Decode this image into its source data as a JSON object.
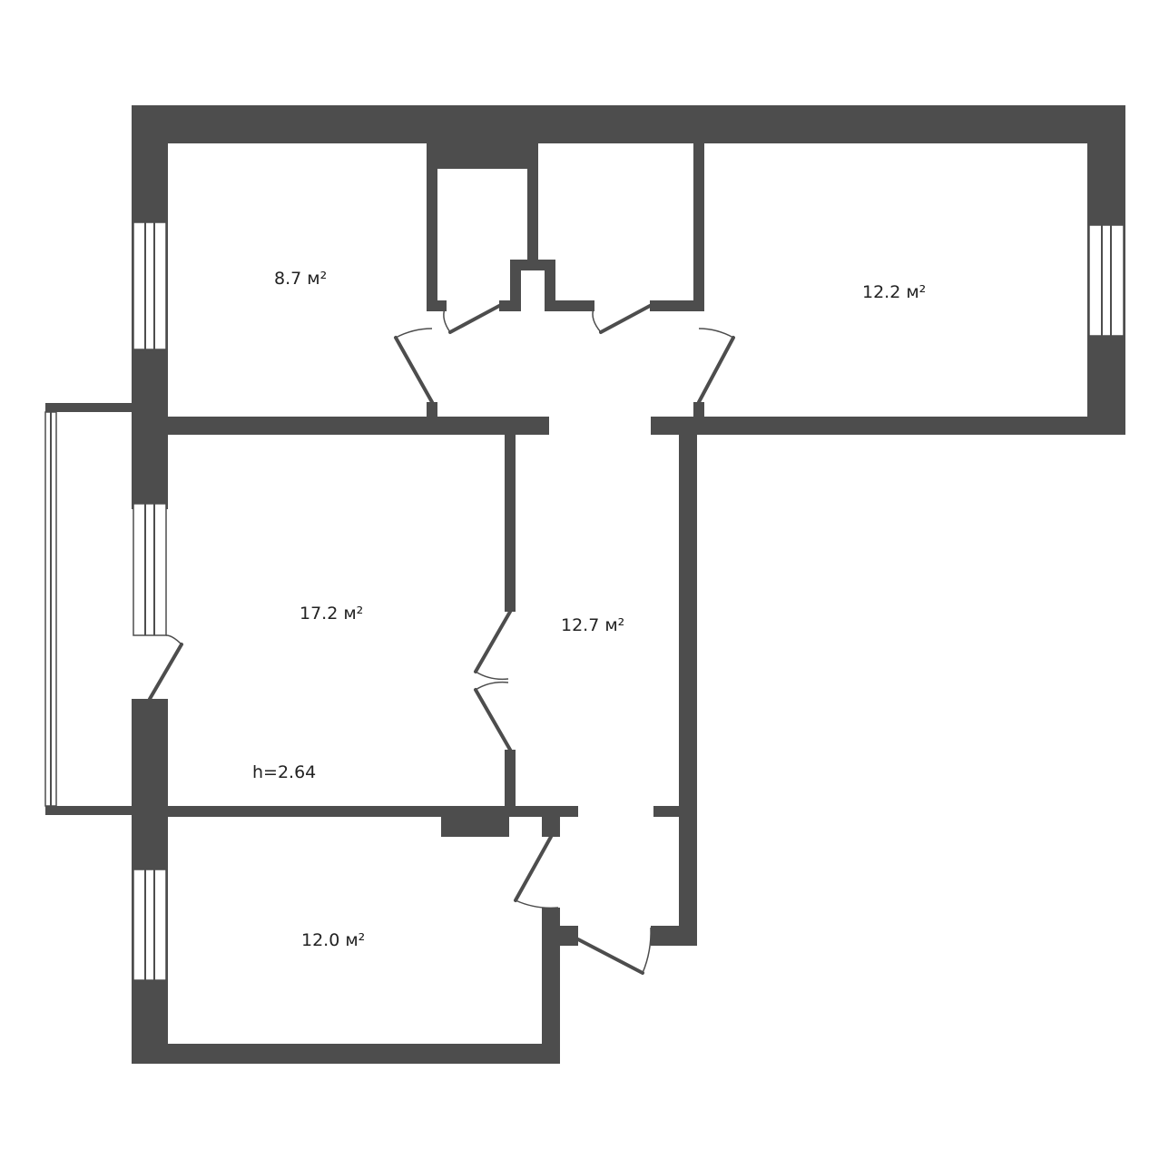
{
  "rooms": {
    "bedroom_small": {
      "area": "8.7 м²"
    },
    "bedroom_right": {
      "area": "12.2 м²"
    },
    "living_room": {
      "area": "17.2 м²"
    },
    "hallway": {
      "area": "12.7 м²"
    },
    "bedroom_bottom": {
      "area": "12.0 м²"
    }
  },
  "ceiling_height": "h=2.64",
  "colors": {
    "wall": "#4d4d4d",
    "background": "#ffffff",
    "text": "#222222"
  }
}
